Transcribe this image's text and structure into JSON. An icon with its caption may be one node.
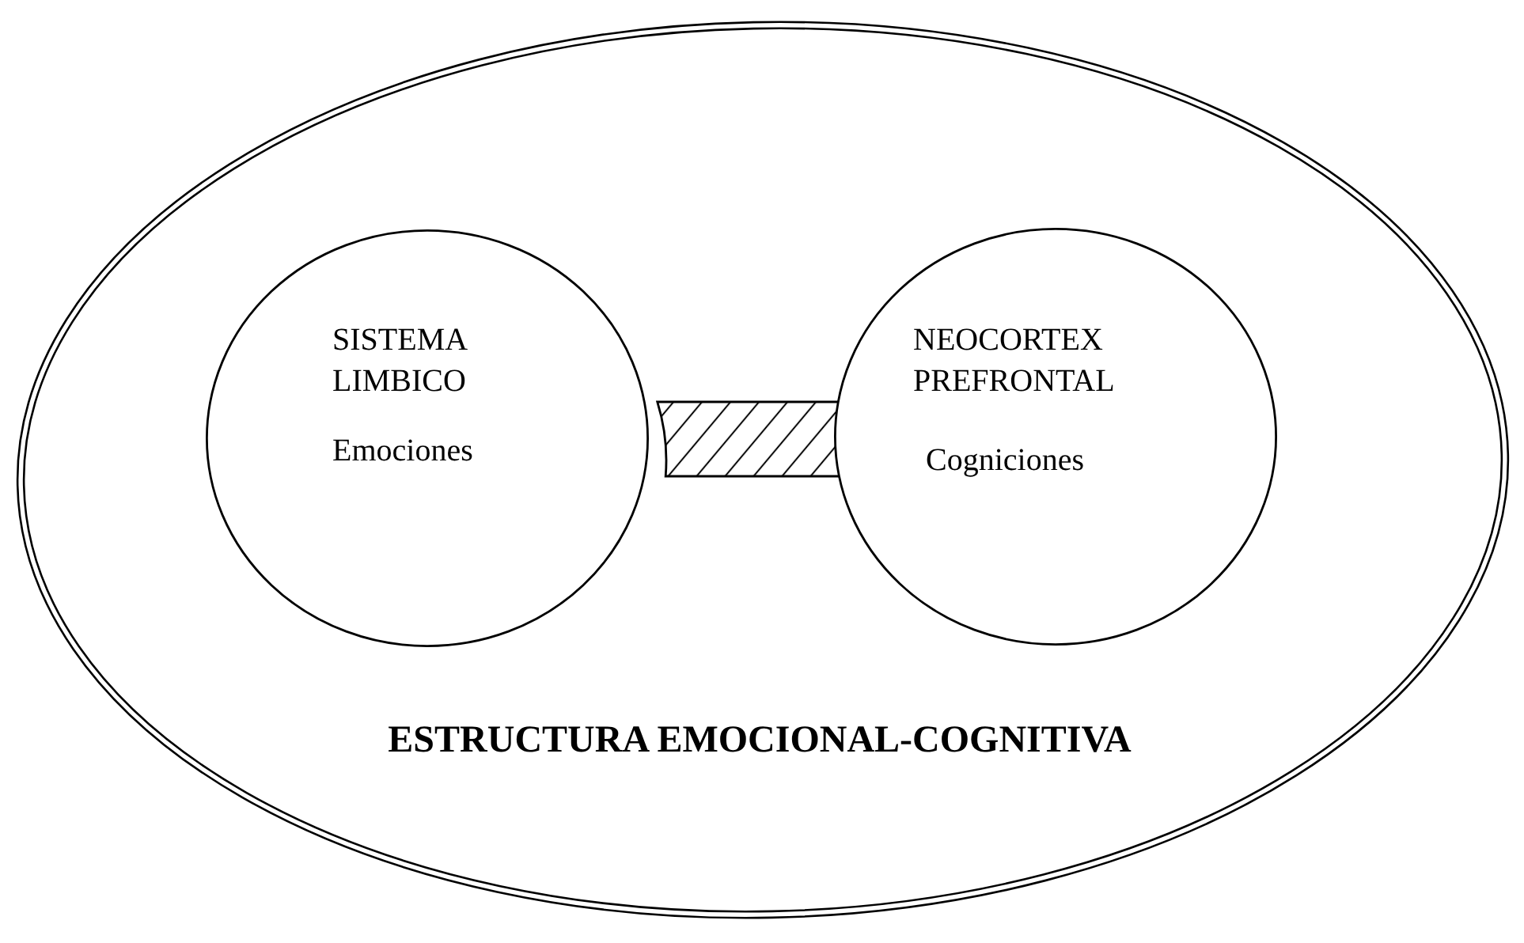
{
  "diagram": {
    "nodes": [
      {
        "text": [
          "ESTRUCTURA EMOCIONAL-COGNITIVA"
        ]
      },
      {
        "text": [
          "SISTEMA LIMBICO",
          "Emociones"
        ],
        "in": 0
      },
      {
        "text": [
          "NEOCORTEX PREFRONTAL",
          "Cogniciones"
        ],
        "in": 0
      }
    ],
    "edges": [
      {
        "from": 1,
        "to": 2,
        "arrow": "none",
        "style": "thick"
      }
    ]
  }
}
